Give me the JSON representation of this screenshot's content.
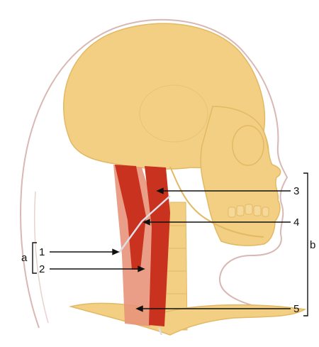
{
  "labels": {
    "n1": "1",
    "n2": "2",
    "n3": "3",
    "n4": "4",
    "n5": "5",
    "group_a": "a",
    "group_b": "b"
  },
  "colors": {
    "skin_outline": "#d9b8b4",
    "bone": "#f3cf84",
    "bone_line": "#e2b964",
    "muscle_dark": "#c8321e",
    "muscle_light": "#e8937a",
    "nerve": "#dcdfe6",
    "line": "#111111"
  }
}
